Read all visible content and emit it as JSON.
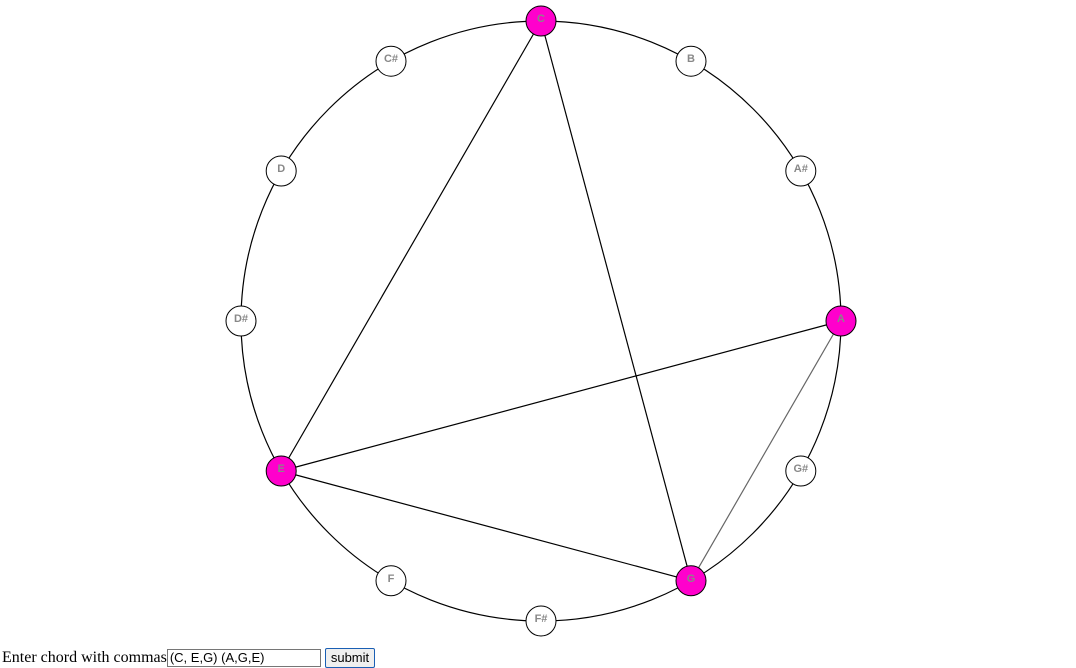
{
  "circle": {
    "notes": [
      "C",
      "B",
      "A#",
      "A",
      "G#",
      "G",
      "F#",
      "F",
      "E",
      "D#",
      "D",
      "C#"
    ],
    "highlighted": [
      "C",
      "E",
      "G",
      "A"
    ],
    "edges": [
      [
        "C",
        "E"
      ],
      [
        "C",
        "G"
      ],
      [
        "E",
        "G"
      ],
      [
        "A",
        "G"
      ],
      [
        "A",
        "E"
      ]
    ],
    "colors": {
      "highlight": "#ff00cc",
      "node_fill": "#ffffff",
      "stroke": "#000000",
      "edge_faint": "#666666",
      "label": "#888888"
    }
  },
  "form": {
    "prompt": "Enter chord with commas",
    "input_value": "(C, E,G) (A,G,E)",
    "submit_label": "submit"
  }
}
